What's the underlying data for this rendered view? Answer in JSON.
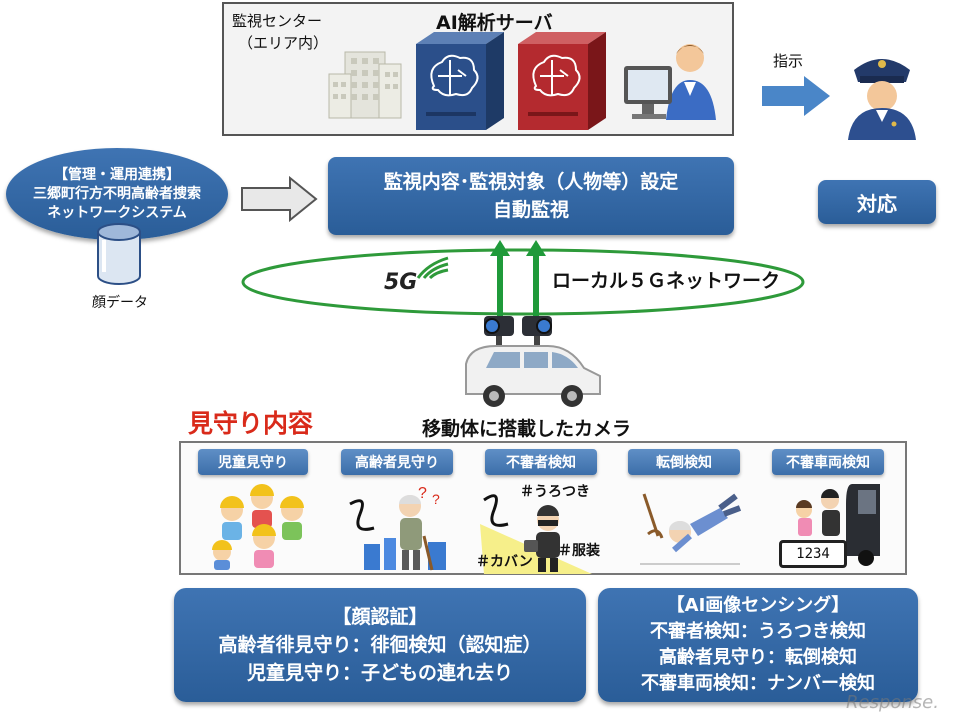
{
  "monitoring_center": {
    "label_line1": "監視センター",
    "label_line2": "（エリア内）",
    "server_title": "AI解析サーバ"
  },
  "instruction": {
    "label": "指示"
  },
  "left_system": {
    "line1": "【管理・運用連携】",
    "line2": "三郷町行方不明高齢者捜索",
    "line3": "ネットワークシステム",
    "db_label": "顔データ"
  },
  "settings_box": {
    "line1": "監視内容･監視対象（人物等）設定",
    "line2": "自動監視"
  },
  "response_box": {
    "label": "対応"
  },
  "network": {
    "logo": "5G",
    "label": "ローカル５Ｇネットワーク"
  },
  "camera": {
    "caption": "移動体に搭載したカメラ"
  },
  "section": {
    "title": "見守り内容"
  },
  "tabs": [
    {
      "label": "児童見守り"
    },
    {
      "label": "高齢者見守り"
    },
    {
      "label": "不審者検知"
    },
    {
      "label": "転倒検知"
    },
    {
      "label": "不審車両検知"
    }
  ],
  "tags": {
    "loiter": "＃うろつき",
    "bag": "＃カバン",
    "clothes": "＃服装"
  },
  "plate": {
    "number": "1234"
  },
  "face_box": {
    "title": "【顔認証】",
    "line1": "高齢者徘見守り：徘徊検知（認知症）",
    "line2": "児童見守り：子どもの連れ去り"
  },
  "ai_box": {
    "title": "【AI画像センシング】",
    "line1": "不審者検知：うろつき検知",
    "line2": "高齢者見守り：転倒検知",
    "line3": "不審車両検知：ナンバー検知"
  },
  "watermark": {
    "text": "Response."
  },
  "colors": {
    "blue_dark": "#2a5d98",
    "blue_light": "#4a7fc0",
    "green_arrow": "#1f9a3a",
    "ellipse_green": "#2e9a3a",
    "title_red": "#d92a1a",
    "server_red": "#b42a2f",
    "server_blue": "#2b4f8a"
  }
}
